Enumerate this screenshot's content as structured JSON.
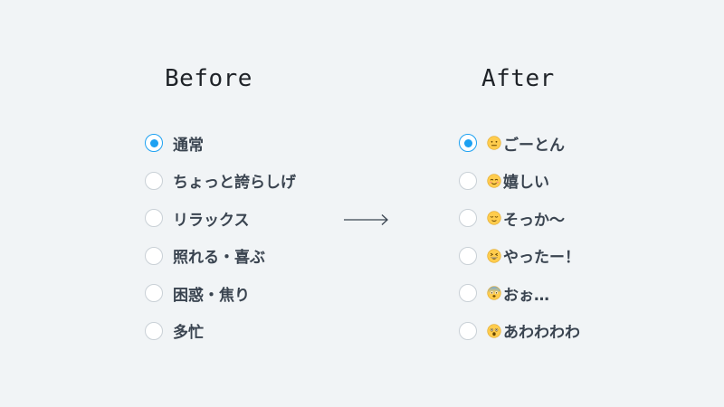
{
  "before": {
    "title": "Before",
    "options": [
      {
        "label": "通常",
        "selected": true
      },
      {
        "label": "ちょっと誇らしげ",
        "selected": false
      },
      {
        "label": "リラックス",
        "selected": false
      },
      {
        "label": "照れる・喜ぶ",
        "selected": false
      },
      {
        "label": "困惑・焦り",
        "selected": false
      },
      {
        "label": "多忙",
        "selected": false
      }
    ]
  },
  "after": {
    "title": "After",
    "options": [
      {
        "emoji": "neutral-face-emoji",
        "label": "ごーとん",
        "selected": true
      },
      {
        "emoji": "relieved-smile-emoji",
        "label": "嬉しい",
        "selected": false
      },
      {
        "emoji": "relieved-face-emoji",
        "label": "そっか〜",
        "selected": false
      },
      {
        "emoji": "grinning-squint-emoji",
        "label": "やったー！",
        "selected": false
      },
      {
        "emoji": "anxious-sweat-emoji",
        "label": "おぉ…",
        "selected": false
      },
      {
        "emoji": "astonished-face-emoji",
        "label": "あわわわわ",
        "selected": false
      }
    ]
  },
  "colors": {
    "background": "#f1f4f6",
    "accent": "#1da1f2",
    "text": "#3a4450",
    "radio_border": "#c9d0d6",
    "emoji_yellow": "#ffcc4d"
  },
  "arrow_icon": "long-right-arrow-icon"
}
